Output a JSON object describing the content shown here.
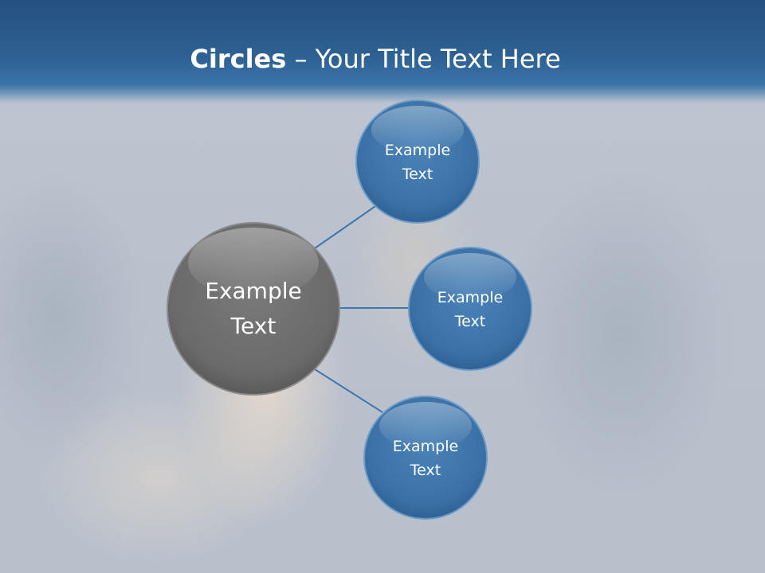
{
  "title": {
    "bold": "Circles",
    "rest": " – Your Title Text Here"
  },
  "center_node": {
    "line1": "Example",
    "line2": "Text"
  },
  "nodes": [
    {
      "line1": "Example",
      "line2": "Text"
    },
    {
      "line1": "Example",
      "line2": "Text"
    },
    {
      "line1": "Example",
      "line2": "Text"
    }
  ],
  "colors": {
    "header": "#2e6193",
    "center": "#6e6e6e",
    "node": "#3e74a8",
    "connector": "#3f76ab"
  }
}
